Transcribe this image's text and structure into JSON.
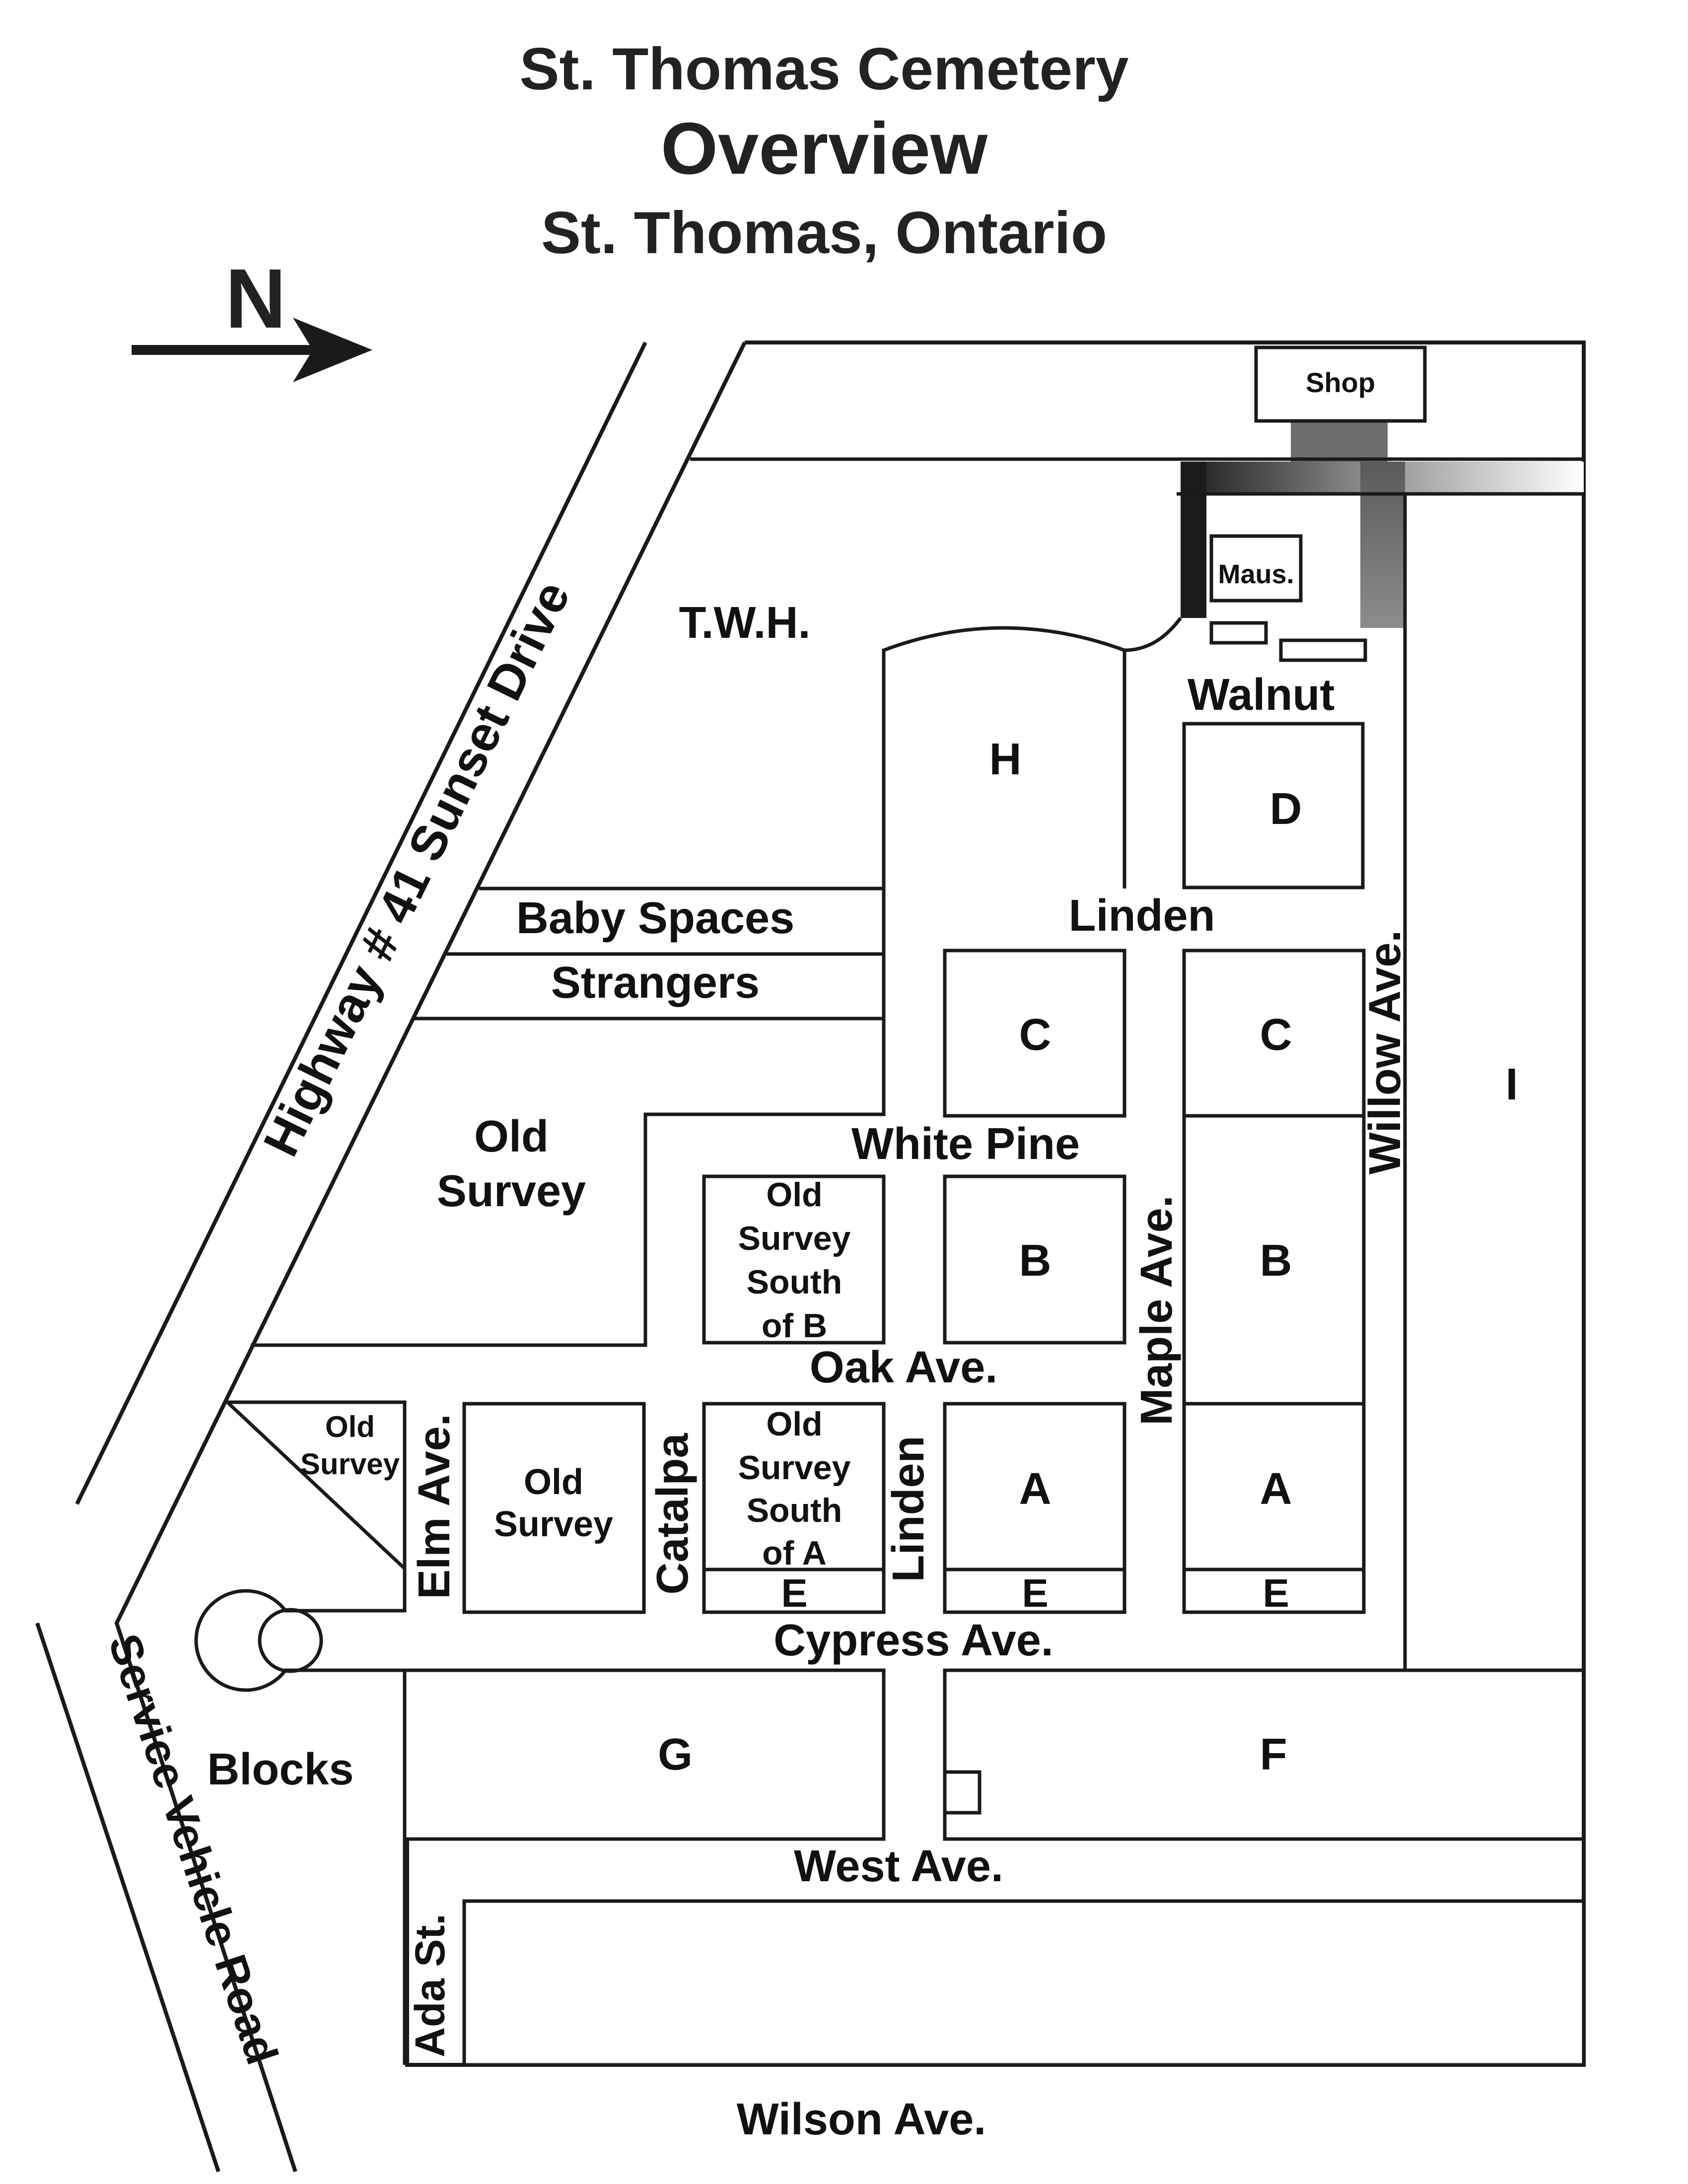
{
  "title": {
    "line1": "St. Thomas Cemetery",
    "line2": "Overview",
    "line3": "St. Thomas, Ontario"
  },
  "north": {
    "letter": "N",
    "icon": "north-arrow-icon"
  },
  "roads": {
    "highway": "Highway # 41 Sunset Drive",
    "service": "Service Vehicle Road"
  },
  "streets": {
    "walnut": "Walnut",
    "linden_top": "Linden",
    "white_pine": "White Pine",
    "oak": "Oak Ave.",
    "maple": "Maple Ave.",
    "willow": "Willow Ave.",
    "elm": "Elm Ave.",
    "catalpa": "Catalpa",
    "linden_lower": "Linden",
    "cypress": "Cypress Ave.",
    "west": "West Ave.",
    "ada": "Ada St.",
    "wilson": "Wilson Ave."
  },
  "sections": {
    "shop": "Shop",
    "maus": "Maus.",
    "twh": "T.W.H.",
    "h": "H",
    "d": "D",
    "baby": "Baby Spaces",
    "strangers": "Strangers",
    "old_survey_main": [
      "Old",
      "Survey"
    ],
    "c_left": "C",
    "c_right": "C",
    "i": "I",
    "os_south_b": [
      "Old",
      "Survey",
      "South",
      "of B"
    ],
    "b_left": "B",
    "b_right": "B",
    "old_survey_small": [
      "Old",
      "Survey"
    ],
    "old_survey_mid": [
      "Old",
      "Survey"
    ],
    "os_south_a": [
      "Old",
      "Survey",
      "South",
      "of A"
    ],
    "a_left": "A",
    "a_right": "A",
    "e1": "E",
    "e2": "E",
    "e3": "E",
    "blocks": "Blocks",
    "g": "G",
    "f": "F"
  },
  "colors": {
    "ink": "#1a1a1a",
    "road_gradient_dark": "#222222",
    "road_gradient_light": "#ffffff"
  }
}
